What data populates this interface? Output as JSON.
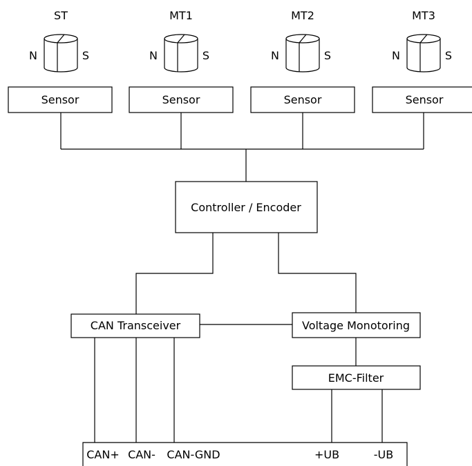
{
  "magnets": [
    {
      "label": "ST",
      "north": "N",
      "south": "S"
    },
    {
      "label": "MT1",
      "north": "N",
      "south": "S"
    },
    {
      "label": "MT2",
      "north": "N",
      "south": "S"
    },
    {
      "label": "MT3",
      "north": "N",
      "south": "S"
    }
  ],
  "sensors": [
    "Sensor",
    "Sensor",
    "Sensor",
    "Sensor"
  ],
  "controller": "Controller / Encoder",
  "can_transceiver": "CAN Transceiver",
  "voltage_monitoring": "Voltage Monotoring",
  "emc_filter": "EMC-Filter",
  "connector": {
    "can_plus": "CAN+",
    "can_minus": "CAN-",
    "can_gnd": "CAN-GND",
    "plus_ub": "+UB",
    "minus_ub": "-UB"
  }
}
